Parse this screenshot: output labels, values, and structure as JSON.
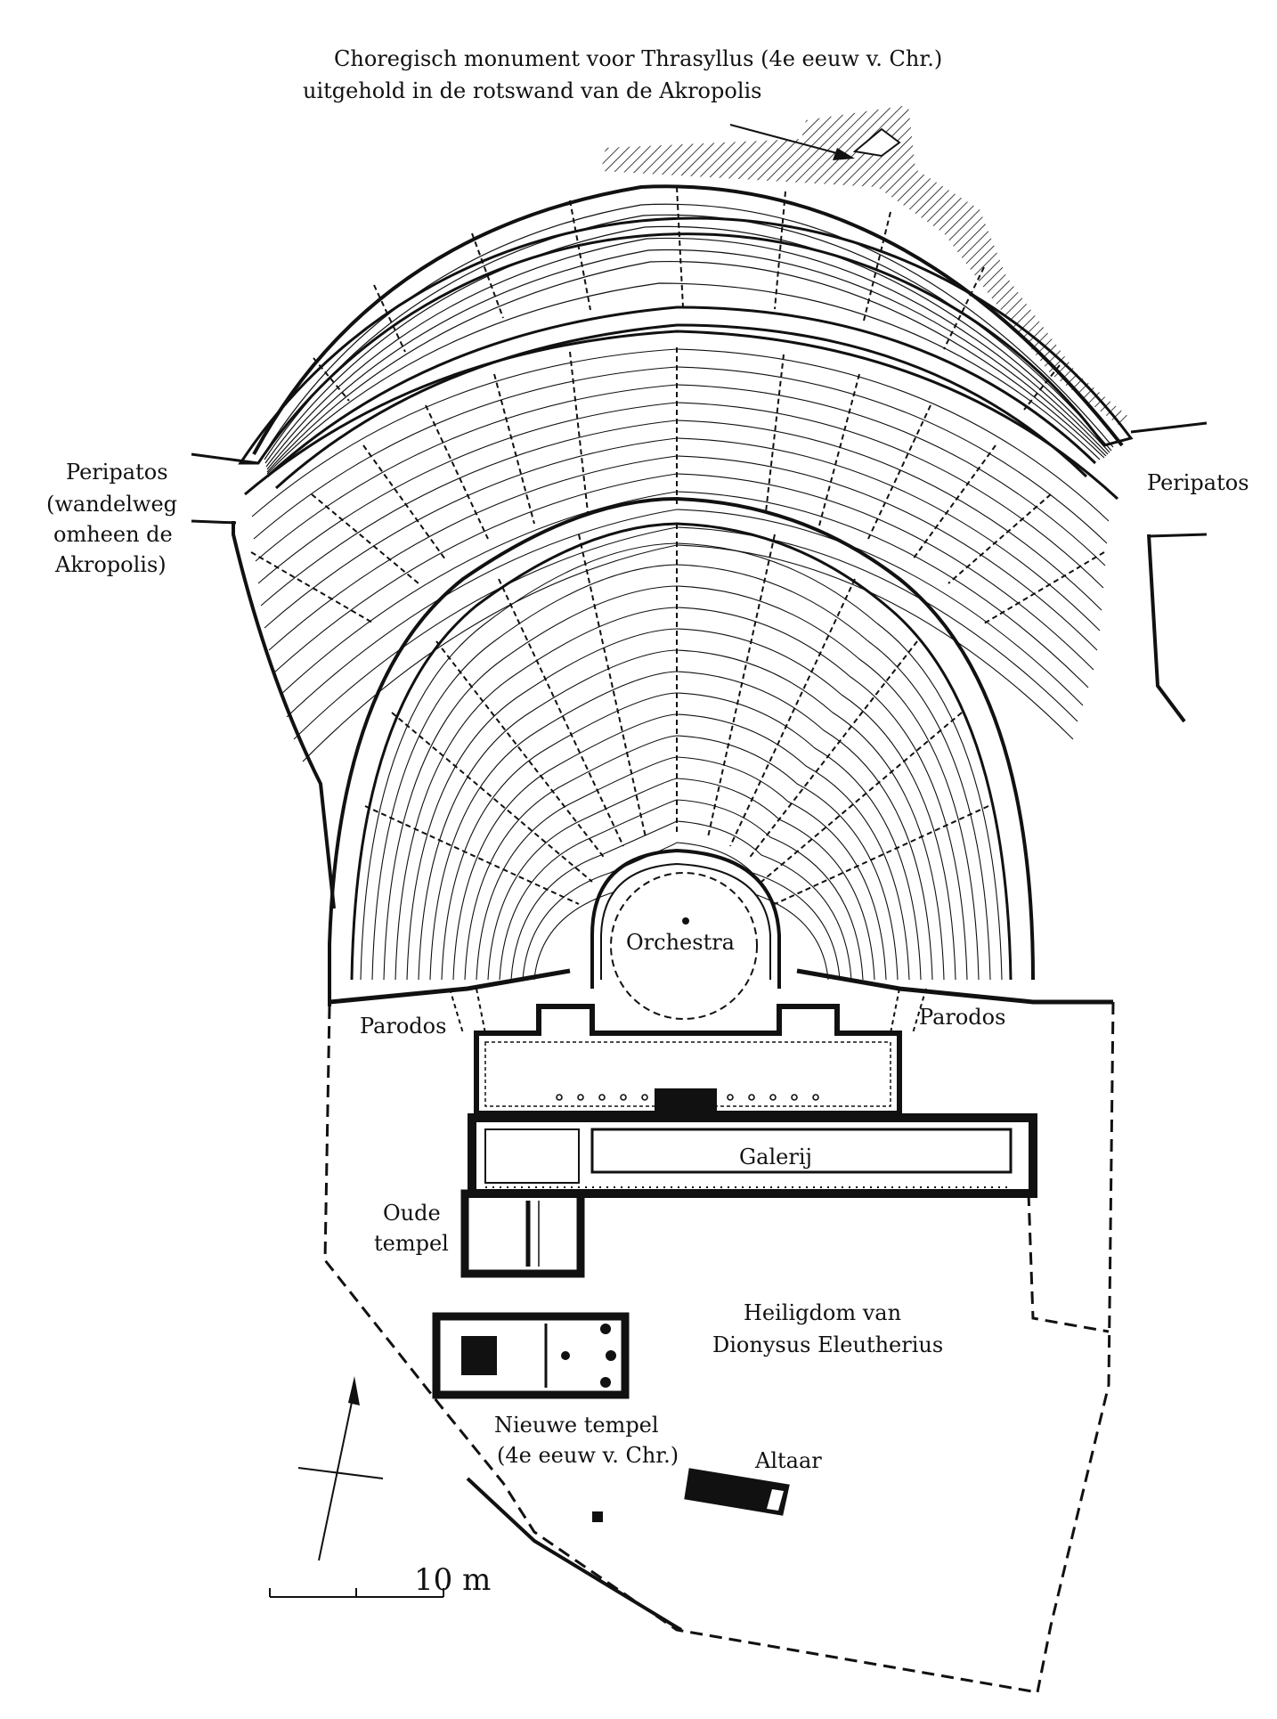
{
  "labels": {
    "monument_line1": "Choregisch monument voor Thrasyllus (4e eeuw v. Chr.)",
    "monument_line2": "uitgehold in de rotswand van de Akropolis",
    "peripatos_left_1": "Peripatos",
    "peripatos_left_2": "(wandelweg",
    "peripatos_left_3": "omheen de",
    "peripatos_left_4": "Akropolis)",
    "peripatos_right": "Peripatos",
    "orchestra": "Orchestra",
    "parodos_left": "Parodos",
    "parodos_right": "Parodos",
    "galerij": "Galerij",
    "oude_tempel_1": "Oude",
    "oude_tempel_2": "tempel",
    "heiligdom_1": "Heiligdom van",
    "heiligdom_2": "Dionysus Eleutherius",
    "nieuwe_tempel_1": "Nieuwe tempel",
    "nieuwe_tempel_2": "(4e eeuw v. Chr.)",
    "altaar": "Altaar",
    "scale": "10 m"
  },
  "colors": {
    "ink": "#111111",
    "paper": "#ffffff"
  }
}
